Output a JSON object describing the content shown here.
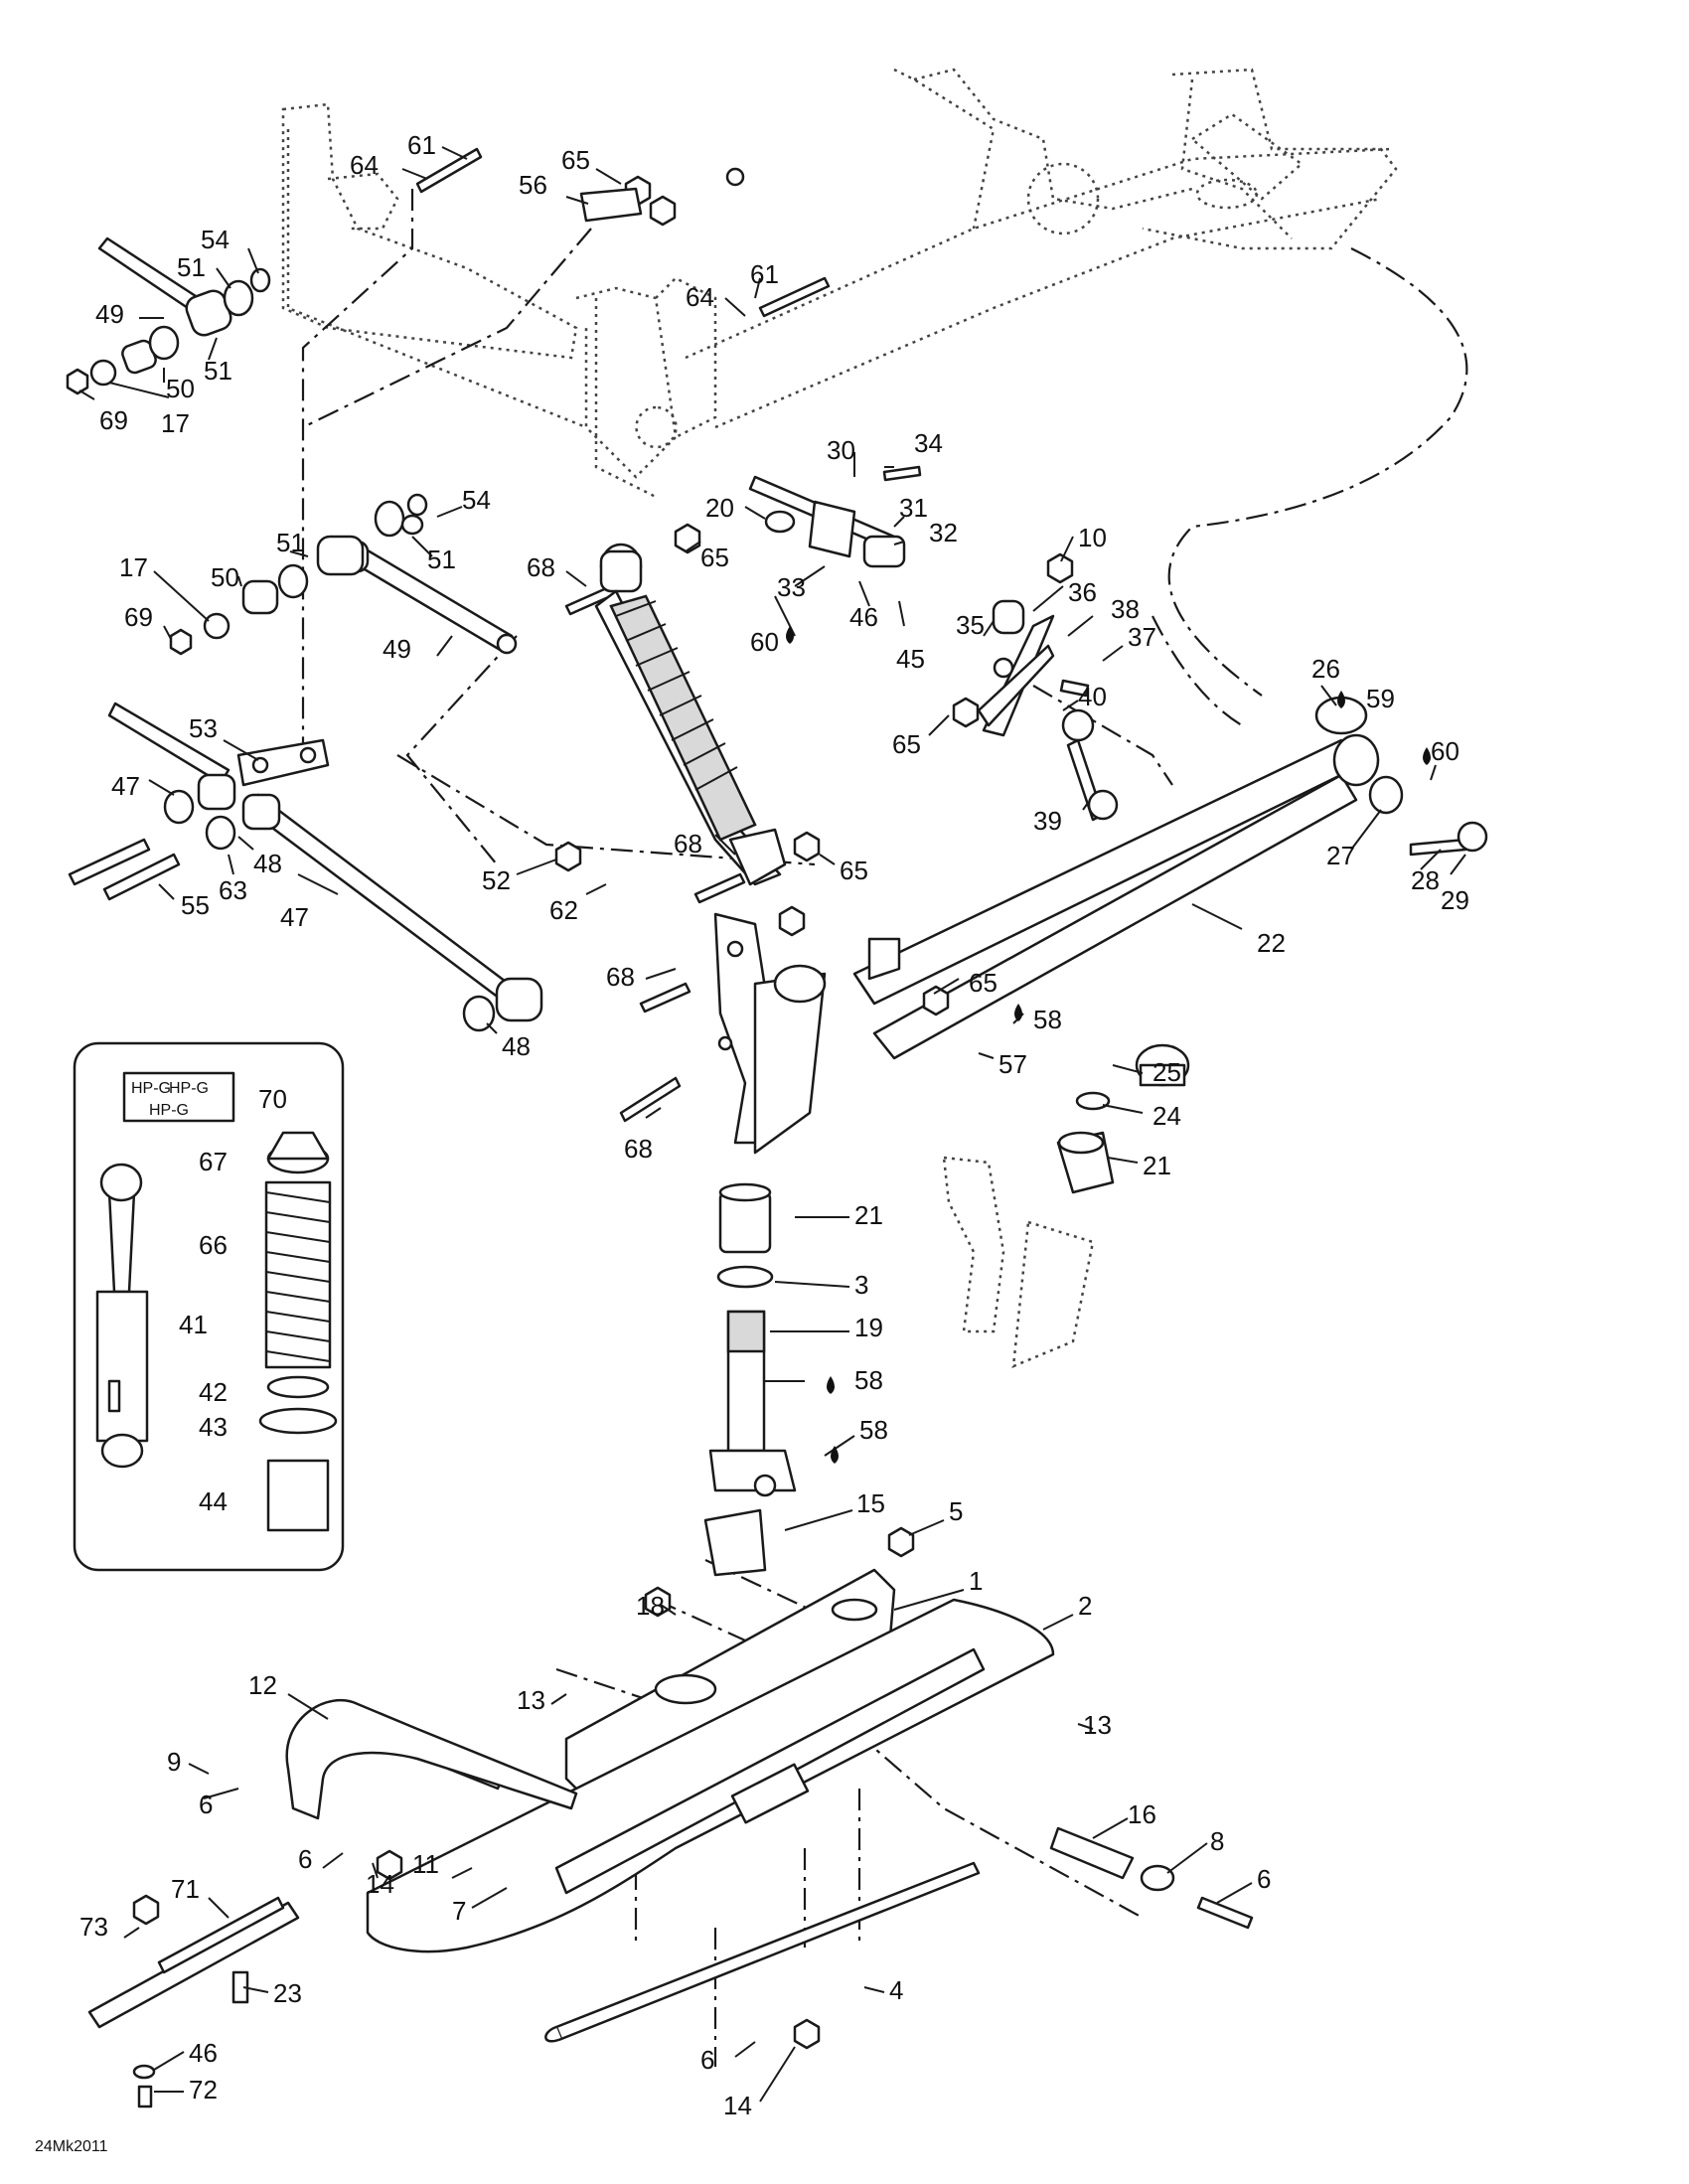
{
  "diagram_code": "24Mk2011",
  "decal_text": [
    "HP-G",
    "HP-G",
    "HP-G"
  ],
  "callouts": [
    {
      "id": "c61a",
      "label": "61"
    },
    {
      "id": "c64a",
      "label": "64"
    },
    {
      "id": "c65a",
      "label": "65"
    },
    {
      "id": "c56",
      "label": "56"
    },
    {
      "id": "c54a",
      "label": "54"
    },
    {
      "id": "c51a",
      "label": "51"
    },
    {
      "id": "c49a",
      "label": "49"
    },
    {
      "id": "c51b",
      "label": "51"
    },
    {
      "id": "c50a",
      "label": "50"
    },
    {
      "id": "c69a",
      "label": "69"
    },
    {
      "id": "c17a",
      "label": "17"
    },
    {
      "id": "c61b",
      "label": "61"
    },
    {
      "id": "c64b",
      "label": "64"
    },
    {
      "id": "c30",
      "label": "30"
    },
    {
      "id": "c34",
      "label": "34"
    },
    {
      "id": "c20",
      "label": "20"
    },
    {
      "id": "c31",
      "label": "31"
    },
    {
      "id": "c32",
      "label": "32"
    },
    {
      "id": "c68a",
      "label": "68"
    },
    {
      "id": "c65b",
      "label": "65"
    },
    {
      "id": "c33",
      "label": "33"
    },
    {
      "id": "c60a",
      "label": "60"
    },
    {
      "id": "c46a",
      "label": "46"
    },
    {
      "id": "c45",
      "label": "45"
    },
    {
      "id": "c10",
      "label": "10"
    },
    {
      "id": "c36",
      "label": "36"
    },
    {
      "id": "c38",
      "label": "38"
    },
    {
      "id": "c37",
      "label": "37"
    },
    {
      "id": "c35",
      "label": "35"
    },
    {
      "id": "c54b",
      "label": "54"
    },
    {
      "id": "c51c",
      "label": "51"
    },
    {
      "id": "c51d",
      "label": "51"
    },
    {
      "id": "c17b",
      "label": "17"
    },
    {
      "id": "c50b",
      "label": "50"
    },
    {
      "id": "c69b",
      "label": "69"
    },
    {
      "id": "c49b",
      "label": "49"
    },
    {
      "id": "c26",
      "label": "26"
    },
    {
      "id": "c59",
      "label": "59"
    },
    {
      "id": "c40",
      "label": "40"
    },
    {
      "id": "c65c",
      "label": "65"
    },
    {
      "id": "c53",
      "label": "53"
    },
    {
      "id": "c47a",
      "label": "47"
    },
    {
      "id": "c60b",
      "label": "60"
    },
    {
      "id": "c39",
      "label": "39"
    },
    {
      "id": "c27",
      "label": "27"
    },
    {
      "id": "c28",
      "label": "28"
    },
    {
      "id": "c29",
      "label": "29"
    },
    {
      "id": "c68b",
      "label": "68"
    },
    {
      "id": "c65d",
      "label": "65"
    },
    {
      "id": "c52",
      "label": "52"
    },
    {
      "id": "c62",
      "label": "62"
    },
    {
      "id": "c48a",
      "label": "48"
    },
    {
      "id": "c63",
      "label": "63"
    },
    {
      "id": "c55",
      "label": "55"
    },
    {
      "id": "c47b",
      "label": "47"
    },
    {
      "id": "c22",
      "label": "22"
    },
    {
      "id": "c68c",
      "label": "68"
    },
    {
      "id": "c65e",
      "label": "65"
    },
    {
      "id": "c58a",
      "label": "58"
    },
    {
      "id": "c57",
      "label": "57"
    },
    {
      "id": "c48b",
      "label": "48"
    },
    {
      "id": "c25",
      "label": "25"
    },
    {
      "id": "c24",
      "label": "24"
    },
    {
      "id": "c68d",
      "label": "68"
    },
    {
      "id": "c21a",
      "label": "21"
    },
    {
      "id": "c70",
      "label": "70"
    },
    {
      "id": "c67",
      "label": "67"
    },
    {
      "id": "c66",
      "label": "66"
    },
    {
      "id": "c41",
      "label": "41"
    },
    {
      "id": "c42",
      "label": "42"
    },
    {
      "id": "c43",
      "label": "43"
    },
    {
      "id": "c44",
      "label": "44"
    },
    {
      "id": "c21b",
      "label": "21"
    },
    {
      "id": "c3",
      "label": "3"
    },
    {
      "id": "c19",
      "label": "19"
    },
    {
      "id": "c58b",
      "label": "58"
    },
    {
      "id": "c58c",
      "label": "58"
    },
    {
      "id": "c15",
      "label": "15"
    },
    {
      "id": "c5",
      "label": "5"
    },
    {
      "id": "c1",
      "label": "1"
    },
    {
      "id": "c18",
      "label": "18"
    },
    {
      "id": "c2",
      "label": "2"
    },
    {
      "id": "c12",
      "label": "12"
    },
    {
      "id": "c13a",
      "label": "13"
    },
    {
      "id": "c13b",
      "label": "13"
    },
    {
      "id": "c9",
      "label": "9"
    },
    {
      "id": "c6a",
      "label": "6"
    },
    {
      "id": "c16",
      "label": "16"
    },
    {
      "id": "c8",
      "label": "8"
    },
    {
      "id": "c6b",
      "label": "6"
    },
    {
      "id": "c14a",
      "label": "14"
    },
    {
      "id": "c11",
      "label": "11"
    },
    {
      "id": "c6c",
      "label": "6"
    },
    {
      "id": "c7",
      "label": "7"
    },
    {
      "id": "c71",
      "label": "71"
    },
    {
      "id": "c73",
      "label": "73"
    },
    {
      "id": "c23",
      "label": "23"
    },
    {
      "id": "c4",
      "label": "4"
    },
    {
      "id": "c46b",
      "label": "46"
    },
    {
      "id": "c72",
      "label": "72"
    },
    {
      "id": "c6d",
      "label": "6"
    },
    {
      "id": "c14b",
      "label": "14"
    }
  ]
}
